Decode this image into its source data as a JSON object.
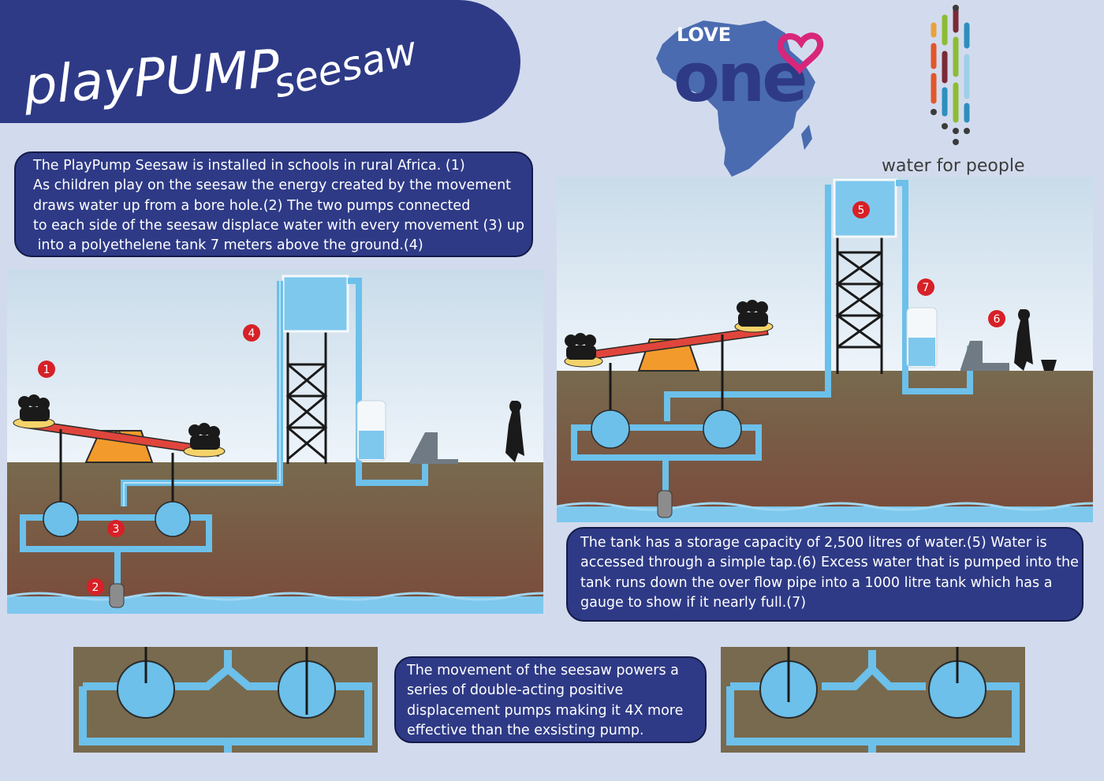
{
  "title": {
    "main": "playPUMP",
    "sub": "seesaw"
  },
  "brands": {
    "loveone_love": "LOVE",
    "loveone_one": "one",
    "water_for_people": "water for people"
  },
  "colors": {
    "navy": "#2e3a86",
    "water": "#7ec8ee",
    "pipe": "#6cc0ea",
    "ground": "#7a5a3c",
    "seesaw": "#e0453c",
    "fulcrum": "#f29b2c",
    "marker": "#d72027"
  },
  "intro_text": [
    "The PlayPump Seesaw is installed in schools in rural Africa. (1)",
    "As children play on the seesaw the energy created by the movement",
    "draws water up from a bore hole.(2) The two pumps connected",
    "to each side of the seesaw displace water with every movement (3) up",
    " into a polyethelene tank 7 meters above the ground.(4)"
  ],
  "tank_text": [
    "The tank has a storage capacity of 2,500 litres of water.(5) Water is",
    "accessed through a simple tap.(6) Excess water that is pumped into the",
    "tank runs down the over flow pipe into a 1000 litre tank which has a",
    "gauge to show if it nearly full.(7)"
  ],
  "pump_text": [
    "The movement of the seesaw powers a",
    "series of double-acting positive",
    "displacement pumps making it 4X more",
    "effective than the exsisting pump."
  ],
  "markers": {
    "left": [
      "1",
      "4",
      "3",
      "2"
    ],
    "right": [
      "5",
      "7",
      "6"
    ]
  }
}
